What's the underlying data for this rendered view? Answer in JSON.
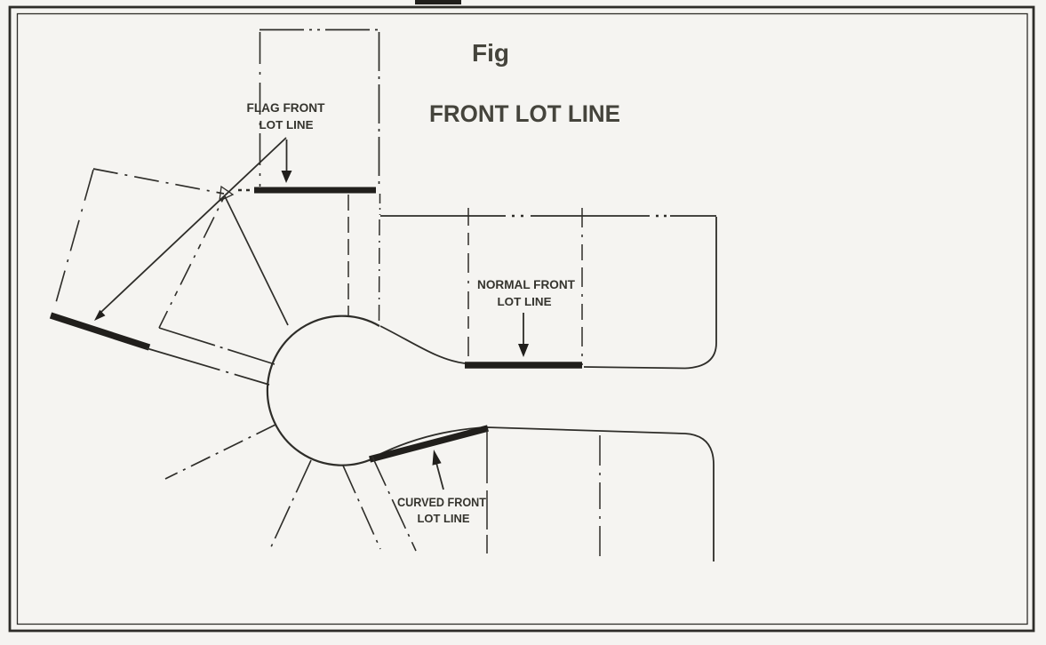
{
  "figure": {
    "caption": "Fig",
    "title": "FRONT LOT LINE",
    "labels": {
      "flag_front": {
        "line1": "FLAG FRONT",
        "line2": "LOT LINE"
      },
      "normal_front": {
        "line1": "NORMAL FRONT",
        "line2": "LOT LINE"
      },
      "curved_front": {
        "line1": "CURVED FRONT",
        "line2": "LOT LINE"
      }
    },
    "colors": {
      "paper": "#f5f4f1",
      "ink": "#2e2d29",
      "ink_heavy": "#211f1c",
      "text_ink": "#35342e"
    }
  }
}
